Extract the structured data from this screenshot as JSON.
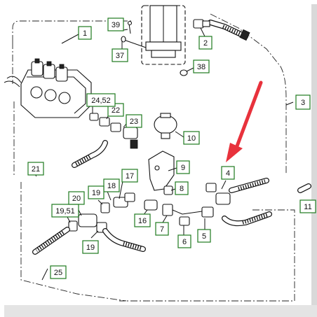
{
  "callouts": [
    {
      "id": "c1",
      "text": "1"
    },
    {
      "id": "c2",
      "text": "2"
    },
    {
      "id": "c3",
      "text": "3"
    },
    {
      "id": "c4",
      "text": "4"
    },
    {
      "id": "c5",
      "text": "5"
    },
    {
      "id": "c6",
      "text": "6"
    },
    {
      "id": "c7",
      "text": "7"
    },
    {
      "id": "c8",
      "text": "8"
    },
    {
      "id": "c9",
      "text": "9"
    },
    {
      "id": "c10",
      "text": "10"
    },
    {
      "id": "c11",
      "text": "11"
    },
    {
      "id": "c16",
      "text": "16"
    },
    {
      "id": "c17",
      "text": "17"
    },
    {
      "id": "c18",
      "text": "18"
    },
    {
      "id": "c19a",
      "text": "19"
    },
    {
      "id": "c19b",
      "text": "19"
    },
    {
      "id": "c1951",
      "text": "19,51"
    },
    {
      "id": "c20",
      "text": "20"
    },
    {
      "id": "c21",
      "text": "21"
    },
    {
      "id": "c22",
      "text": "22"
    },
    {
      "id": "c23",
      "text": "23"
    },
    {
      "id": "c2452",
      "text": "24,52"
    },
    {
      "id": "c25",
      "text": "25"
    },
    {
      "id": "c37",
      "text": "37"
    },
    {
      "id": "c38",
      "text": "38"
    },
    {
      "id": "c39",
      "text": "39"
    }
  ],
  "arrow_color": "#e8323c",
  "callout_border_color": "#1f7a1f"
}
